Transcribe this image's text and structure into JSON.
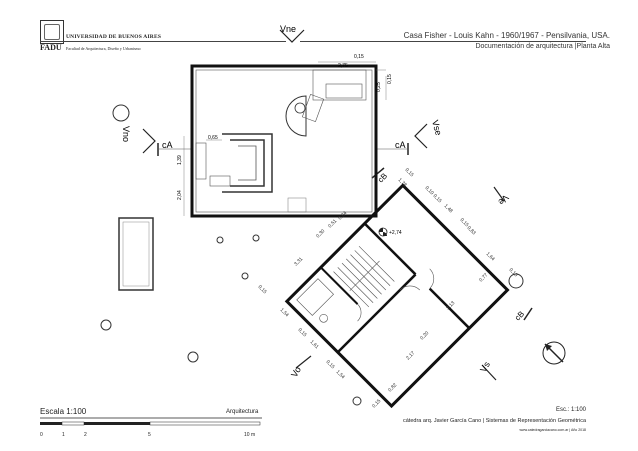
{
  "header": {
    "university": "UNIVERSIDAD DE BUENOS AIRES",
    "faculty_short": "FADU",
    "faculty_full": "Facultad de Arquitectura, Diseño y Urbanismo",
    "title": "Casa Fisher - Louis Kahn - 1960/1967 - Pensilvania, USA.",
    "subtitle": "Documentación de arquitectura |Planta Alta"
  },
  "views": {
    "vne": "Vne",
    "vno": "Vno",
    "vse": "Vse",
    "vo": "Vo",
    "vs": "Vs",
    "ve": "Ve"
  },
  "sections": {
    "ca_left": "cA",
    "ca_right": "cA",
    "cb_top": "cB",
    "cb_bottom": "cB"
  },
  "dimensions": {
    "d_015_top": "0,15",
    "d_275": "2,75",
    "d_025": "0,25",
    "d_015_right": "0,15",
    "d_065": "0,65",
    "d_139": "1,39",
    "d_204": "2,04",
    "d_274_level": "+2,74",
    "d_030": "0,30",
    "d_051": "0,51",
    "d_084": "0,84",
    "d_331": "3,31",
    "d_015_a": "0,15",
    "d_178": "1,78",
    "d_010": "0,10",
    "d_015_b": "0,15",
    "d_148": "1,48",
    "d_015_c": "0,15",
    "d_083": "0,83",
    "d_164": "1,64",
    "d_010_b": "0,10",
    "d_077": "0,77",
    "d_313": "3,13",
    "d_020": "0,20",
    "d_015_d": "0,15",
    "d_154": "1,54",
    "d_015_e": "0,15",
    "d_161": "1,61",
    "d_015_f": "0,15",
    "d_154_b": "1,54",
    "d_217": "2,17",
    "d_082": "0,82",
    "d_015_g": "0,15"
  },
  "footer": {
    "escala_label": "Escala  1:100",
    "section_label": "Arquitectura",
    "scale_ticks": [
      "0",
      "1",
      "2",
      "5",
      "10  m"
    ],
    "esc_right": "Esc.: 1:100",
    "catedra": "cátedra arq. Javier García Cano  |  Sistemas de Representación Geométrica",
    "web": "www.catedragarciacano.com.ar  |  Año 2018"
  }
}
